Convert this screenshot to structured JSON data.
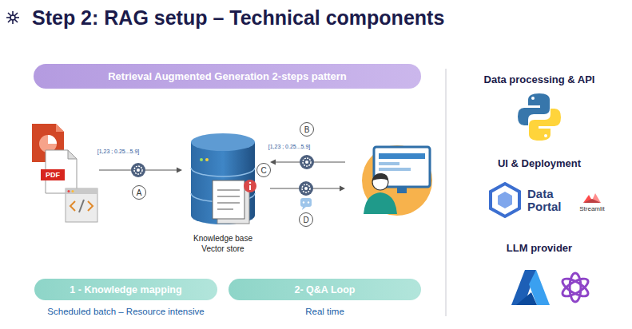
{
  "diagram": {
    "title": "Step 2: RAG setup – Technical components",
    "nodes": [
      {
        "text": [
          "Retrieval Augmented Generation 2-steps pattern"
        ]
      },
      {
        "text": [
          "A"
        ]
      },
      {
        "text": [
          "Knowledge base Vector store"
        ]
      },
      {
        "text": [
          "B"
        ]
      },
      {
        "text": [
          "C"
        ]
      },
      {
        "text": [
          "D"
        ]
      },
      {
        "text": [
          "1 - Knowledge mapping"
        ]
      },
      {
        "text": [
          "2- Q&A Loop"
        ]
      }
    ],
    "labels": [
      "PDF",
      "[1,23 ; 0.25...5.9]",
      "[1,23 ; 0.25...5.9]",
      "Data processing & API",
      "UI & Deployment",
      "Data Portal",
      "Streamlit",
      "LLM provider",
      "Scheduled batch – Resource intensive",
      "Real time"
    ]
  }
}
